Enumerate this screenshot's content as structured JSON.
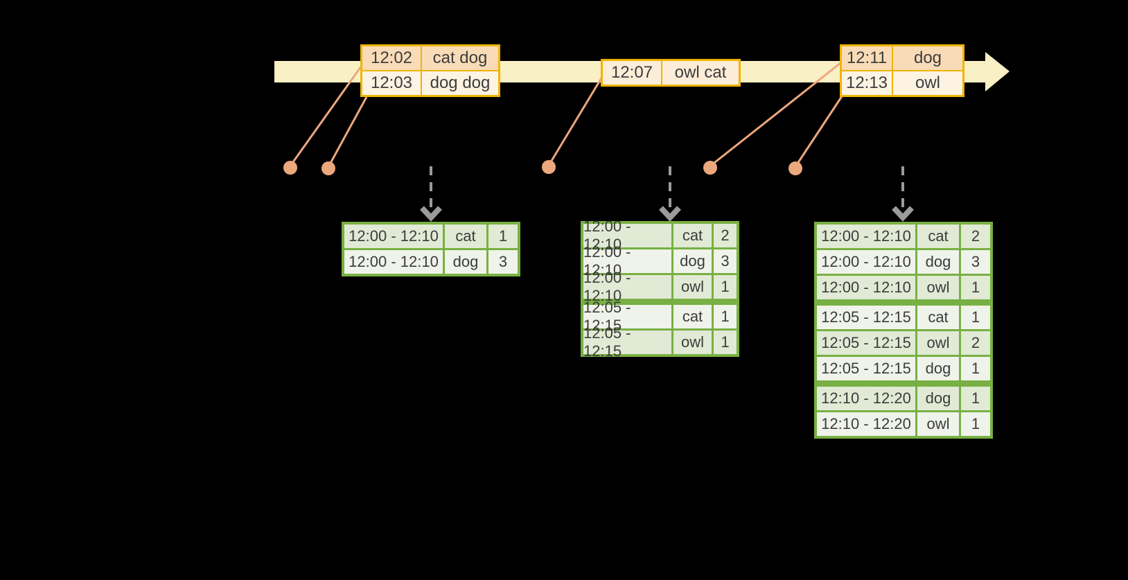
{
  "colors": {
    "background": "#000000",
    "timeline_band": "#FAF0C6",
    "event_table_border": "#F0B402",
    "event_row_dark": "#F9DCB7",
    "event_row_light": "#FDF3E2",
    "event_row_mid": "#FCEDD8",
    "connector_and_dots": "#ECA87D",
    "trigger_arrow_gray": "#9B9B9B",
    "result_table_border": "#78B043",
    "result_row_dark": "#E1EAD5",
    "result_row_light": "#EFF3EA",
    "table_text": "#3C3C3C"
  },
  "event_stream": {
    "tables": [
      {
        "rows": [
          {
            "time": "12:02",
            "words": "cat dog"
          },
          {
            "time": "12:03",
            "words": "dog dog"
          }
        ]
      },
      {
        "rows": [
          {
            "time": "12:07",
            "words": "owl cat"
          }
        ]
      },
      {
        "rows": [
          {
            "time": "12:11",
            "words": "dog"
          },
          {
            "time": "12:13",
            "words": "owl"
          }
        ]
      }
    ]
  },
  "result_tables": [
    {
      "rows": [
        {
          "window": "12:00 - 12:10",
          "word": "cat",
          "count": "1"
        },
        {
          "window": "12:00 - 12:10",
          "word": "dog",
          "count": "3"
        }
      ]
    },
    {
      "rows": [
        {
          "window": "12:00 - 12:10",
          "word": "cat",
          "count": "2"
        },
        {
          "window": "12:00 - 12:10",
          "word": "dog",
          "count": "3"
        },
        {
          "window": "12:00 - 12:10",
          "word": "owl",
          "count": "1"
        },
        {
          "window": "12:05 - 12:15",
          "word": "cat",
          "count": "1"
        },
        {
          "window": "12:05 - 12:15",
          "word": "owl",
          "count": "1"
        }
      ]
    },
    {
      "rows": [
        {
          "window": "12:00 - 12:10",
          "word": "cat",
          "count": "2"
        },
        {
          "window": "12:00 - 12:10",
          "word": "dog",
          "count": "3"
        },
        {
          "window": "12:00 - 12:10",
          "word": "owl",
          "count": "1"
        },
        {
          "window": "12:05 - 12:15",
          "word": "cat",
          "count": "1"
        },
        {
          "window": "12:05 - 12:15",
          "word": "owl",
          "count": "2"
        },
        {
          "window": "12:05 - 12:15",
          "word": "dog",
          "count": "1"
        },
        {
          "window": "12:10 - 12:20",
          "word": "dog",
          "count": "1"
        },
        {
          "window": "12:10 - 12:20",
          "word": "owl",
          "count": "1"
        }
      ]
    }
  ]
}
